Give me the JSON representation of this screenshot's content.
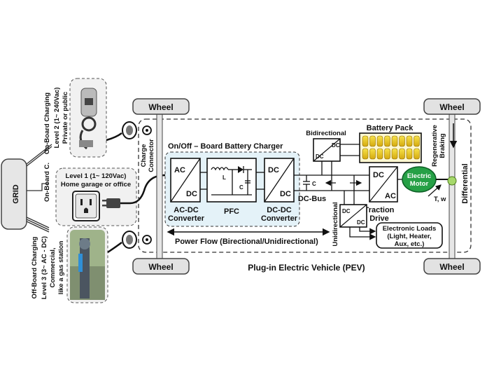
{
  "grid": {
    "label": "GRID"
  },
  "charging": {
    "onboard_top": {
      "category": "On-Board Charging",
      "level_line1": "Level 2 (1~ 240Vac)",
      "level_line2": "Private or public"
    },
    "onboard_mid": {
      "category": "On-Board C.",
      "level_line1": "Level 1 (1~ 120Vac)",
      "level_line2": "Home garage or office"
    },
    "offboard": {
      "category": "Off-Board Charging",
      "level_line1": "Level 3 (3~ AC - DC)",
      "level_line2": "Commercial,",
      "level_line3": "like a gas station"
    }
  },
  "vehicle": {
    "wheels": [
      "Wheel",
      "Wheel",
      "Wheel",
      "Wheel"
    ],
    "charge_connector": [
      "Charge",
      "Connector"
    ],
    "charger_title": "On/Off – Board Battery Charger",
    "acdc": {
      "top": "AC",
      "bottom": "DC",
      "label_line1": "AC-DC",
      "label_line2": "Converter"
    },
    "pfc": {
      "label": "PFC",
      "l": "L",
      "c": "C"
    },
    "dcdc": {
      "top": "DC",
      "bottom": "DC",
      "label_line1": "DC-DC",
      "label_line2": "Converter"
    },
    "dcbus": {
      "label": "DC-Bus",
      "c": "C"
    },
    "bidirectional": {
      "label": "Bidirectional",
      "top": "DC",
      "bottom": "DC"
    },
    "battery_pack": "Battery Pack",
    "traction": {
      "top": "DC",
      "bottom": "AC",
      "label_line1": "Traction",
      "label_line2": "Drive"
    },
    "motor": [
      "Electric",
      "Motor"
    ],
    "regen": [
      "Regenerative",
      "Braking"
    ],
    "torque": "T, w",
    "differential": "Differential",
    "unidirectional": {
      "label": "Unidirectional",
      "top": "DC",
      "bottom": "DC"
    },
    "loads": [
      "Electronic Loads",
      "(Light, Heater,",
      "Aux, etc.)"
    ],
    "power_flow": "Power Flow (Birectional/Unidirectional)",
    "pev_label": "Plug-in Electric Vehicle (PEV)"
  }
}
